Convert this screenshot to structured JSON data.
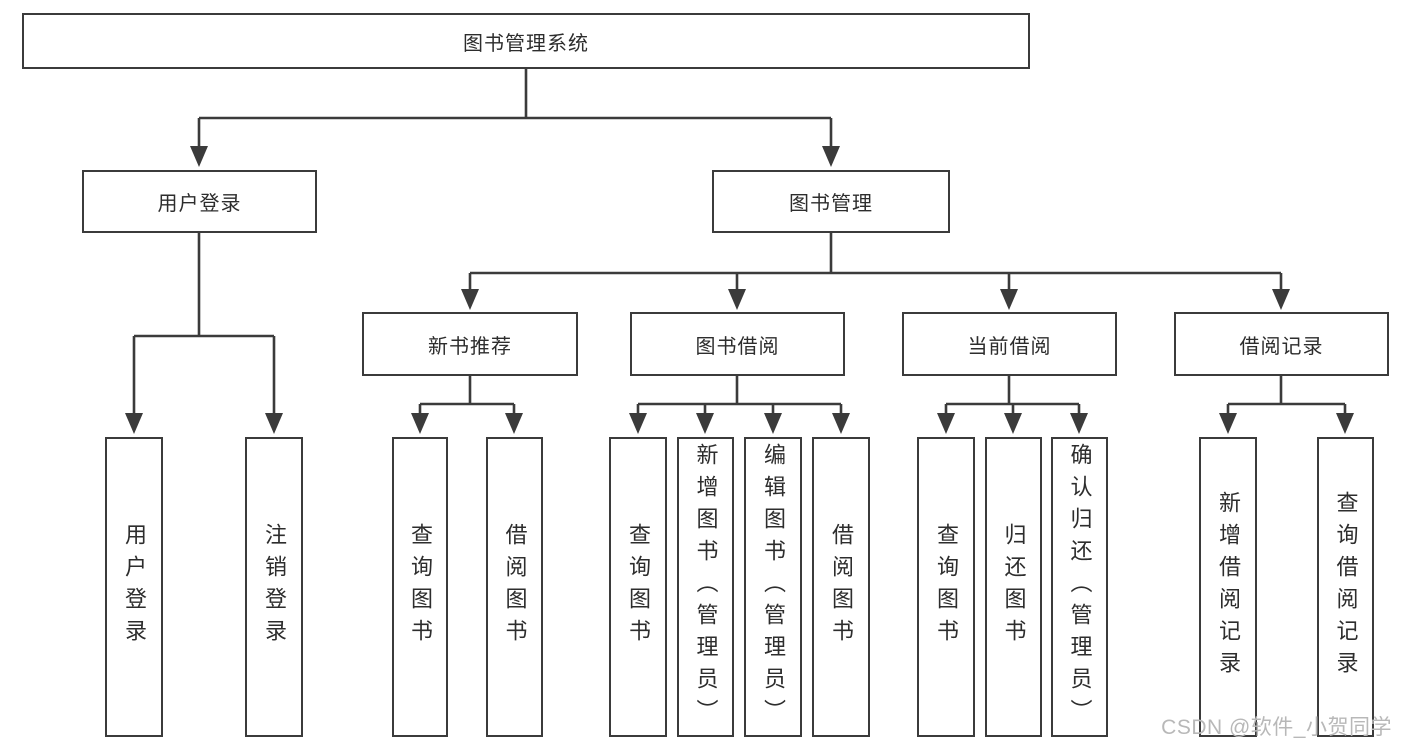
{
  "diagram": {
    "root": "图书管理系统",
    "level2": [
      "用户登录",
      "图书管理"
    ],
    "level3": [
      "新书推荐",
      "图书借阅",
      "当前借阅",
      "借阅记录"
    ],
    "leaves": [
      "用户登录",
      "注销登录",
      "查询图书",
      "借阅图书",
      "查询图书",
      "新增图书（管理员）",
      "编辑图书（管理员）",
      "借阅图书",
      "查询图书",
      "归还图书",
      "确认归还（管理员）",
      "新增借阅记录",
      "查询借阅记录"
    ],
    "edges": {
      "图书管理系统": [
        "用户登录",
        "图书管理"
      ],
      "用户登录": [
        "用户登录",
        "注销登录"
      ],
      "图书管理": [
        "新书推荐",
        "图书借阅",
        "当前借阅",
        "借阅记录"
      ],
      "新书推荐": [
        "查询图书",
        "借阅图书"
      ],
      "图书借阅": [
        "查询图书",
        "新增图书（管理员）",
        "编辑图书（管理员）",
        "借阅图书"
      ],
      "当前借阅": [
        "查询图书",
        "归还图书",
        "确认归还（管理员）"
      ],
      "借阅记录": [
        "新增借阅记录",
        "查询借阅记录"
      ]
    }
  },
  "watermark": "CSDN @软件_小贺同学",
  "colors": {
    "line": "#3b3b3b",
    "box_border": "#3b3b3b",
    "text": "#2d2d2d",
    "watermark": "#b8b8b8",
    "background": "#ffffff"
  }
}
